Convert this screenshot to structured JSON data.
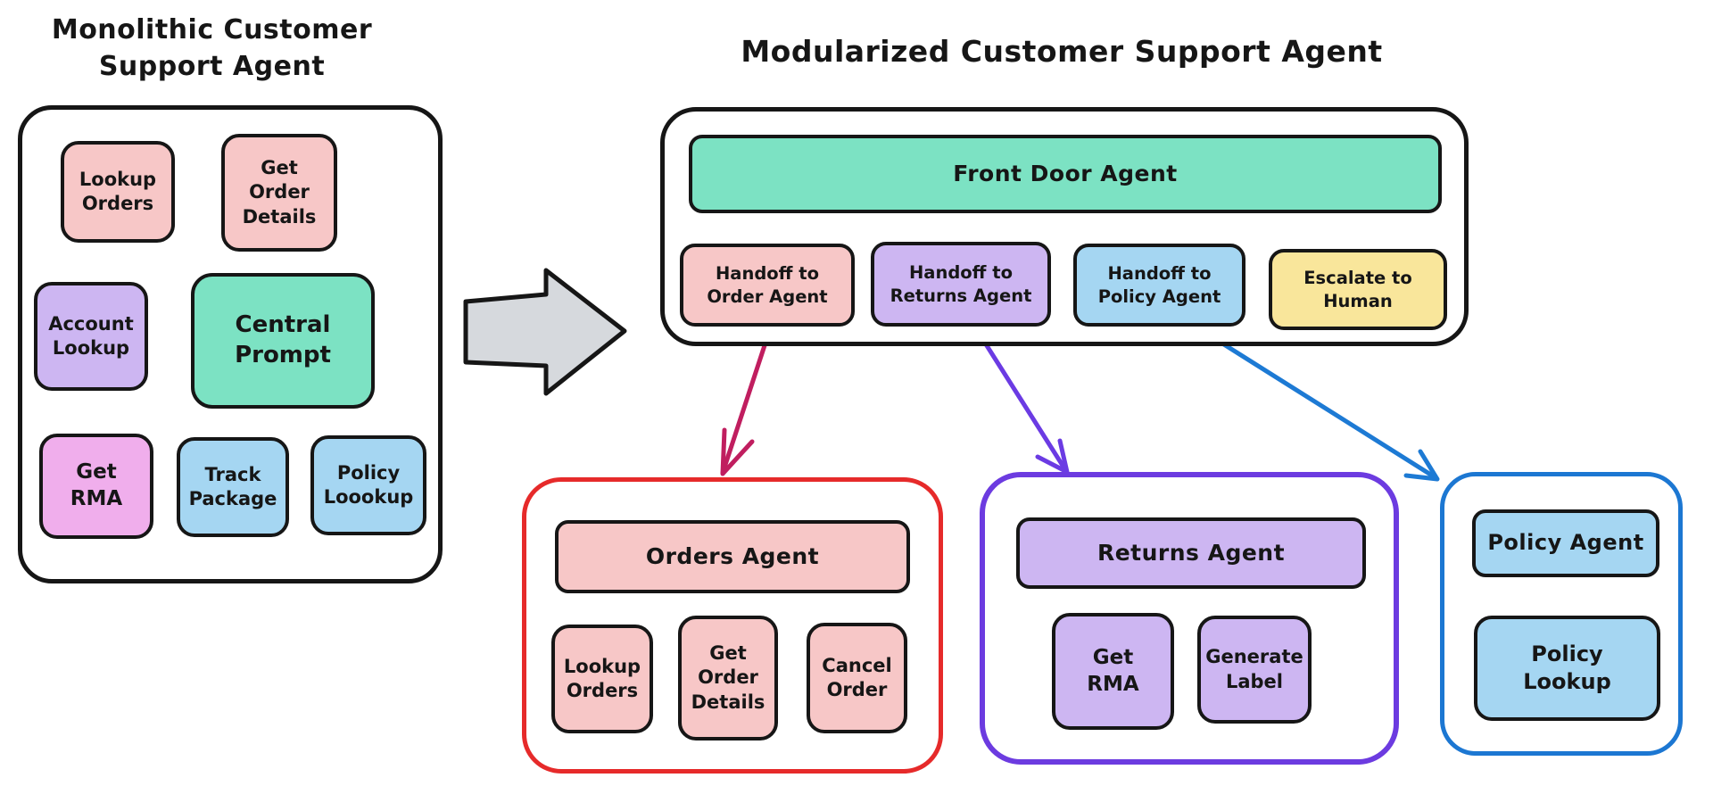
{
  "colors": {
    "pink": "#F7C7C7",
    "lavender": "#CDB6F2",
    "green": "#7CE2C3",
    "blue": "#A5D6F2",
    "yellow": "#F9E69B",
    "magenta": "#F0AEEC",
    "ink": "#161616",
    "gray_arrow_fill": "#D6D9DD",
    "red_outline": "#E62A2A",
    "purple_outline": "#6C3BE0",
    "blue_outline": "#1C77D2",
    "crimson_arrow": "#C01E5F",
    "purple_arrow": "#6B3BE3",
    "blue_arrow": "#1D7AD4"
  },
  "monolith": {
    "title": "Monolithic Customer\nSupport Agent",
    "tools": {
      "lookup_orders": "Lookup\nOrders",
      "get_order_details": "Get\nOrder\nDetails",
      "account_lookup": "Account\nLookup",
      "central_prompt": "Central\nPrompt",
      "get_rma": "Get\nRMA",
      "track_package": "Track\nPackage",
      "policy_loookup": "Policy\nLoookup"
    }
  },
  "modular": {
    "title": "Modularized Customer Support Agent",
    "front_door_label": "Front Door Agent",
    "handoffs": {
      "order": "Handoff to\nOrder Agent",
      "returns": "Handoff to\nReturns Agent",
      "policy": "Handoff to\nPolicy Agent",
      "escalate": "Escalate to\nHuman"
    }
  },
  "agents": {
    "orders": {
      "title": "Orders Agent",
      "tools": {
        "lookup_orders": "Lookup\nOrders",
        "get_order_details": "Get\nOrder\nDetails",
        "cancel_order": "Cancel\nOrder"
      }
    },
    "returns": {
      "title": "Returns Agent",
      "tools": {
        "get_rma": "Get\nRMA",
        "generate_label": "Generate\nLabel"
      }
    },
    "policy": {
      "title": "Policy Agent",
      "tools": {
        "policy_lookup": "Policy\nLookup"
      }
    }
  }
}
